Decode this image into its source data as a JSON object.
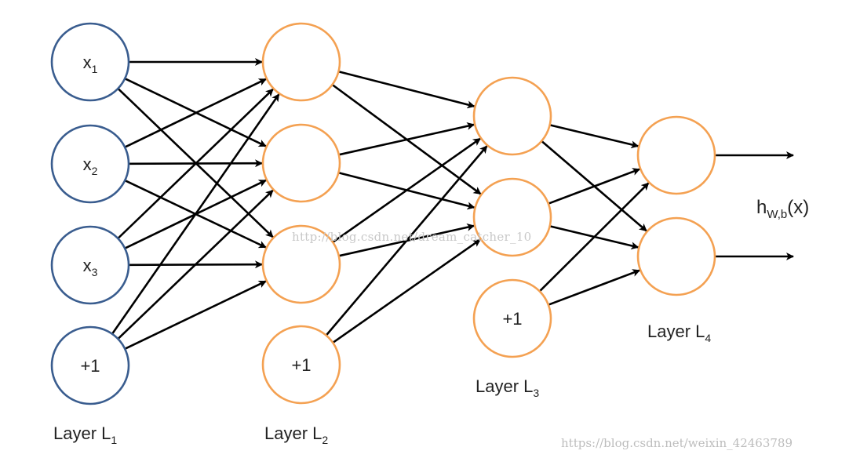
{
  "colors": {
    "input_node": "#3a5d8f",
    "hidden_node": "#f4a152",
    "edge": "#000000",
    "text": "#222222"
  },
  "layers": [
    {
      "label": "Layer L",
      "label_sub": "1",
      "node_color": "input_node",
      "nodes": [
        {
          "label": "x",
          "sub": "1"
        },
        {
          "label": "x",
          "sub": "2"
        },
        {
          "label": "x",
          "sub": "3"
        },
        {
          "label": "+1",
          "sub": ""
        }
      ]
    },
    {
      "label": "Layer L",
      "label_sub": "2",
      "node_color": "hidden_node",
      "nodes": [
        {
          "label": "",
          "sub": ""
        },
        {
          "label": "",
          "sub": ""
        },
        {
          "label": "",
          "sub": ""
        },
        {
          "label": "+1",
          "sub": ""
        }
      ]
    },
    {
      "label": "Layer L",
      "label_sub": "3",
      "node_color": "hidden_node",
      "nodes": [
        {
          "label": "",
          "sub": ""
        },
        {
          "label": "",
          "sub": ""
        },
        {
          "label": "+1",
          "sub": ""
        }
      ]
    },
    {
      "label": "Layer L",
      "label_sub": "4",
      "node_color": "hidden_node",
      "nodes": [
        {
          "label": "",
          "sub": ""
        },
        {
          "label": "",
          "sub": ""
        }
      ]
    }
  ],
  "connections": [
    {
      "from_layer": 0,
      "to_layer": 1,
      "targets": [
        0,
        1,
        2
      ]
    },
    {
      "from_layer": 1,
      "to_layer": 2,
      "targets": [
        0,
        1
      ]
    },
    {
      "from_layer": 2,
      "to_layer": 3,
      "targets": [
        0,
        1
      ]
    }
  ],
  "output": {
    "label": "h",
    "sub": "W,b",
    "suffix": "(x)",
    "arrow_count": 2
  },
  "watermarks": {
    "center": "http://blog.csdn.net/dream_catcher_10",
    "footer": "https://blog.csdn.net/weixin_42463789"
  }
}
